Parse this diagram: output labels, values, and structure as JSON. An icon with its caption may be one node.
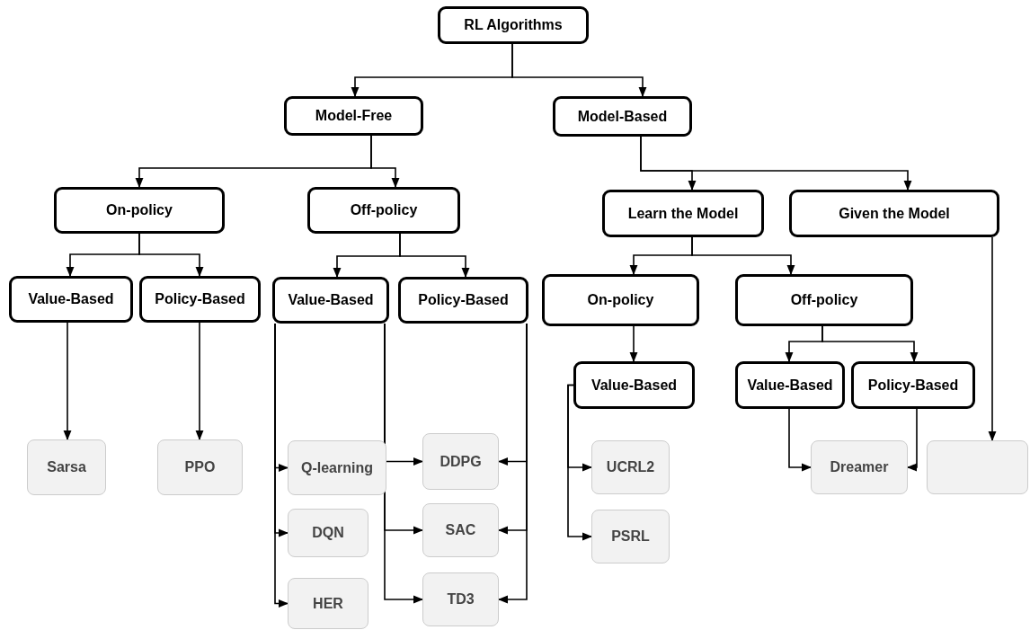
{
  "diagram": {
    "nodes": [
      {
        "text": [
          "RL Algorithms"
        ]
      },
      {
        "text": [
          "Model-Free"
        ]
      },
      {
        "text": [
          "Model-Based"
        ]
      },
      {
        "text": [
          "On-policy"
        ]
      },
      {
        "text": [
          "Off-policy"
        ]
      },
      {
        "text": [
          "Learn the Model"
        ]
      },
      {
        "text": [
          "Given the Model"
        ]
      },
      {
        "text": [
          "Value-Based"
        ]
      },
      {
        "text": [
          "Policy-Based"
        ]
      },
      {
        "text": [
          "Value-Based"
        ]
      },
      {
        "text": [
          "Policy-Based"
        ]
      },
      {
        "text": [
          "On-policy"
        ]
      },
      {
        "text": [
          "Off-policy"
        ]
      },
      {
        "text": [
          "Value-Based"
        ]
      },
      {
        "text": [
          "Value-Based"
        ]
      },
      {
        "text": [
          "Policy-Based"
        ]
      },
      {
        "text": [
          "Sarsa"
        ]
      },
      {
        "text": [
          "PPO"
        ]
      },
      {
        "text": [
          "Q-learning"
        ]
      },
      {
        "text": [
          "DQN"
        ]
      },
      {
        "text": [
          "HER"
        ]
      },
      {
        "text": [
          "DDPG"
        ]
      },
      {
        "text": [
          "SAC"
        ]
      },
      {
        "text": [
          "TD3"
        ]
      },
      {
        "text": [
          "UCRL2"
        ]
      },
      {
        "text": [
          "PSRL"
        ]
      },
      {
        "text": [
          "Dreamer"
        ]
      },
      {
        "text": [],
        "shape": "box"
      }
    ],
    "edges": [
      {
        "from": 0,
        "to": 1,
        "arrow": "to"
      },
      {
        "from": 0,
        "to": 2,
        "arrow": "to"
      },
      {
        "from": 1,
        "to": 3,
        "arrow": "to"
      },
      {
        "from": 1,
        "to": 4,
        "arrow": "to"
      },
      {
        "from": 2,
        "to": 5,
        "arrow": "to"
      },
      {
        "from": 2,
        "to": 6,
        "arrow": "to"
      },
      {
        "from": 3,
        "to": 7,
        "arrow": "to"
      },
      {
        "from": 3,
        "to": 8,
        "arrow": "to"
      },
      {
        "from": 4,
        "to": 9,
        "arrow": "to"
      },
      {
        "from": 4,
        "to": 10,
        "arrow": "to"
      },
      {
        "from": 5,
        "to": 11,
        "arrow": "to"
      },
      {
        "from": 5,
        "to": 12,
        "arrow": "to"
      },
      {
        "from": 6,
        "to": 27,
        "arrow": "to"
      },
      {
        "from": 7,
        "to": 16,
        "arrow": "to"
      },
      {
        "from": 8,
        "to": 17,
        "arrow": "to"
      },
      {
        "from": 9,
        "to": 18,
        "arrow": "to"
      },
      {
        "from": 9,
        "to": 19,
        "arrow": "to"
      },
      {
        "from": 9,
        "to": 20,
        "arrow": "to"
      },
      {
        "from": 9,
        "to": 21,
        "arrow": "to"
      },
      {
        "from": 9,
        "to": 22,
        "arrow": "to"
      },
      {
        "from": 9,
        "to": 23,
        "arrow": "to"
      },
      {
        "from": 10,
        "to": 21,
        "arrow": "to"
      },
      {
        "from": 10,
        "to": 22,
        "arrow": "to"
      },
      {
        "from": 10,
        "to": 23,
        "arrow": "to"
      },
      {
        "from": 11,
        "to": 13,
        "arrow": "to"
      },
      {
        "from": 12,
        "to": 14,
        "arrow": "to"
      },
      {
        "from": 12,
        "to": 15,
        "arrow": "to"
      },
      {
        "from": 13,
        "to": 24,
        "arrow": "to"
      },
      {
        "from": 13,
        "to": 25,
        "arrow": "to"
      },
      {
        "from": 14,
        "to": 26,
        "arrow": "to"
      },
      {
        "from": 15,
        "to": 26,
        "arrow": "to"
      }
    ]
  }
}
